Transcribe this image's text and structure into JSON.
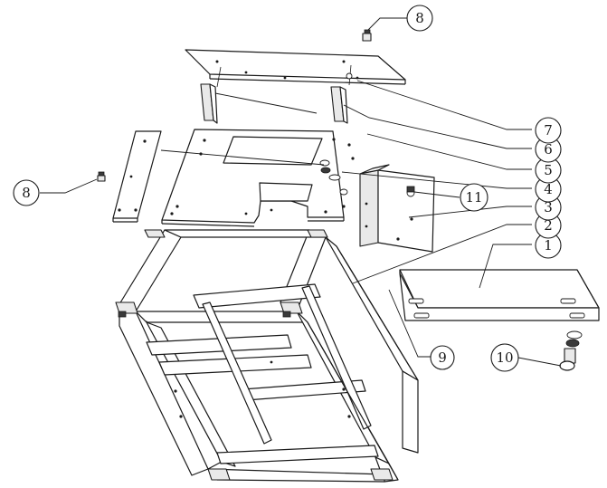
{
  "callouts": {
    "c1": "1",
    "c2": "2",
    "c3": "3",
    "c4": "4",
    "c5": "5",
    "c6": "6",
    "c7": "7",
    "c8_top": "8",
    "c8_left": "8",
    "c9": "9",
    "c10": "10",
    "c11": "11"
  }
}
